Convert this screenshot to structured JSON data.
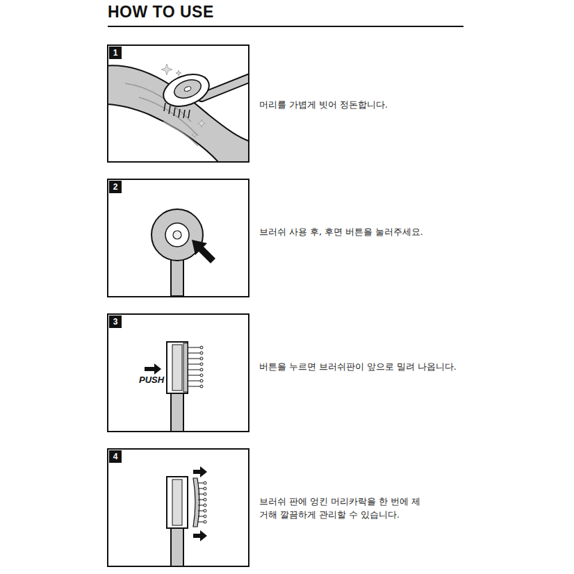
{
  "diagram": {
    "title": "HOW TO USE",
    "labels": [
      "1",
      "머리를 가볍게 빗어 정돈합니다.",
      "2",
      "브러쉬 사용 후, 후면 버튼을 눌러주세요.",
      "3",
      "PUSH",
      "버튼을 누르면 브러쉬판이 앞으로 밀려 나옵니다.",
      "4",
      "브러쉬 판에 엉킨 머리카락을 한 번에 제거해 깔끔하게 관리할 수 있습니다."
    ]
  }
}
